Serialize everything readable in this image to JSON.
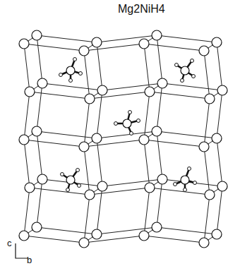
{
  "diagram": {
    "title": "Mg2NiH4",
    "labels": [
      "c",
      "b"
    ]
  }
}
